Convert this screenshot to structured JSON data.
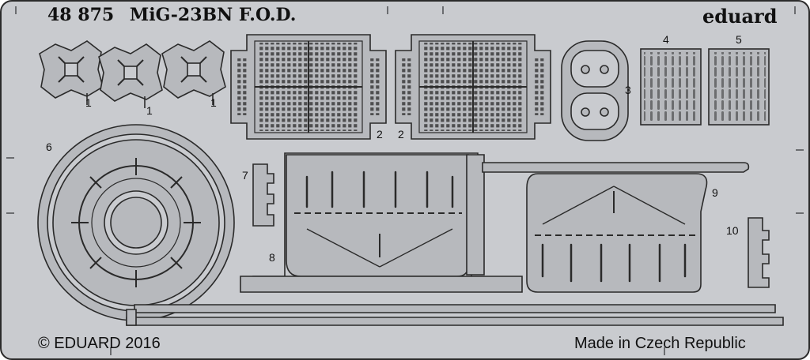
{
  "sheet": {
    "code": "48 875",
    "product": "MiG-23BN F.O.D.",
    "brand": "eduard",
    "copyright": "© EDUARD 2016",
    "origin": "Made in Czech Republic"
  },
  "part_numbers": {
    "p1a": "1",
    "p1b": "1",
    "p1c": "1",
    "p2a": "2",
    "p2b": "2",
    "p3": "3",
    "p4": "4",
    "p5": "5",
    "p6": "6",
    "p7": "7",
    "p8": "8",
    "p9": "9",
    "p10": "10"
  },
  "colors": {
    "sheet": "#c9cbcf",
    "part": "#b7b9bd",
    "line": "#2a2a2a"
  }
}
